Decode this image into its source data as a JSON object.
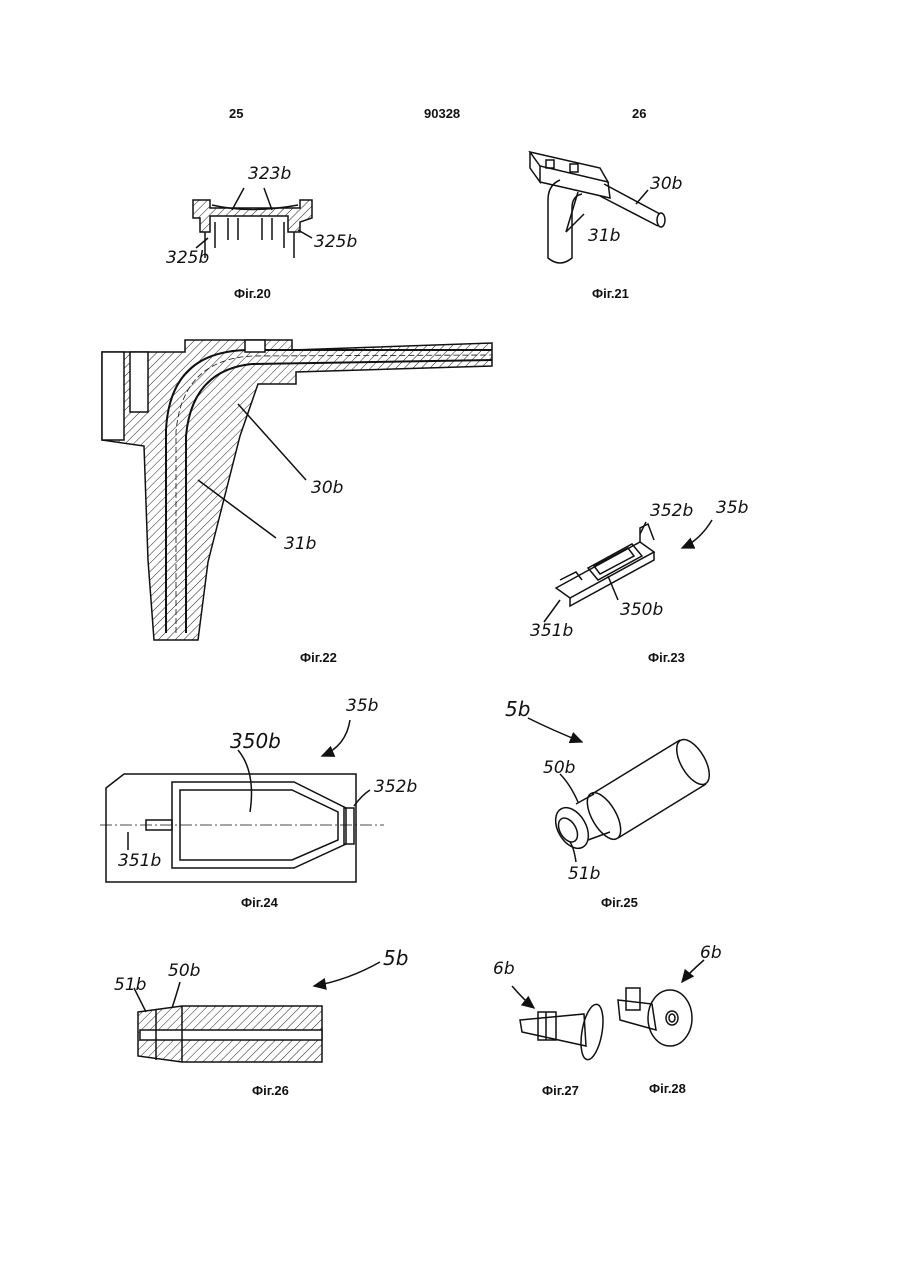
{
  "header": {
    "left_page": "25",
    "doc_number": "90328",
    "right_page": "26"
  },
  "figures": {
    "fig20": {
      "caption": "Фіг.20",
      "labels": [
        "323b",
        "325b",
        "325b"
      ]
    },
    "fig21": {
      "caption": "Фіг.21",
      "labels": [
        "30b",
        "31b"
      ]
    },
    "fig22": {
      "caption": "Фіг.22",
      "labels": [
        "30b",
        "31b"
      ]
    },
    "fig23": {
      "caption": "Фіг.23",
      "labels": [
        "352b",
        "35b",
        "350b",
        "351b"
      ]
    },
    "fig24": {
      "caption": "Фіг.24",
      "labels": [
        "35b",
        "350b",
        "352b",
        "351b"
      ]
    },
    "fig25": {
      "caption": "Фіг.25",
      "labels": [
        "5b",
        "50b",
        "51b"
      ]
    },
    "fig26": {
      "caption": "Фіг.26",
      "labels": [
        "51b",
        "50b",
        "5b"
      ]
    },
    "fig27": {
      "caption": "Фіг.27",
      "labels": [
        "6b"
      ]
    },
    "fig28": {
      "caption": "Фіг.28",
      "labels": [
        "6b"
      ]
    }
  }
}
